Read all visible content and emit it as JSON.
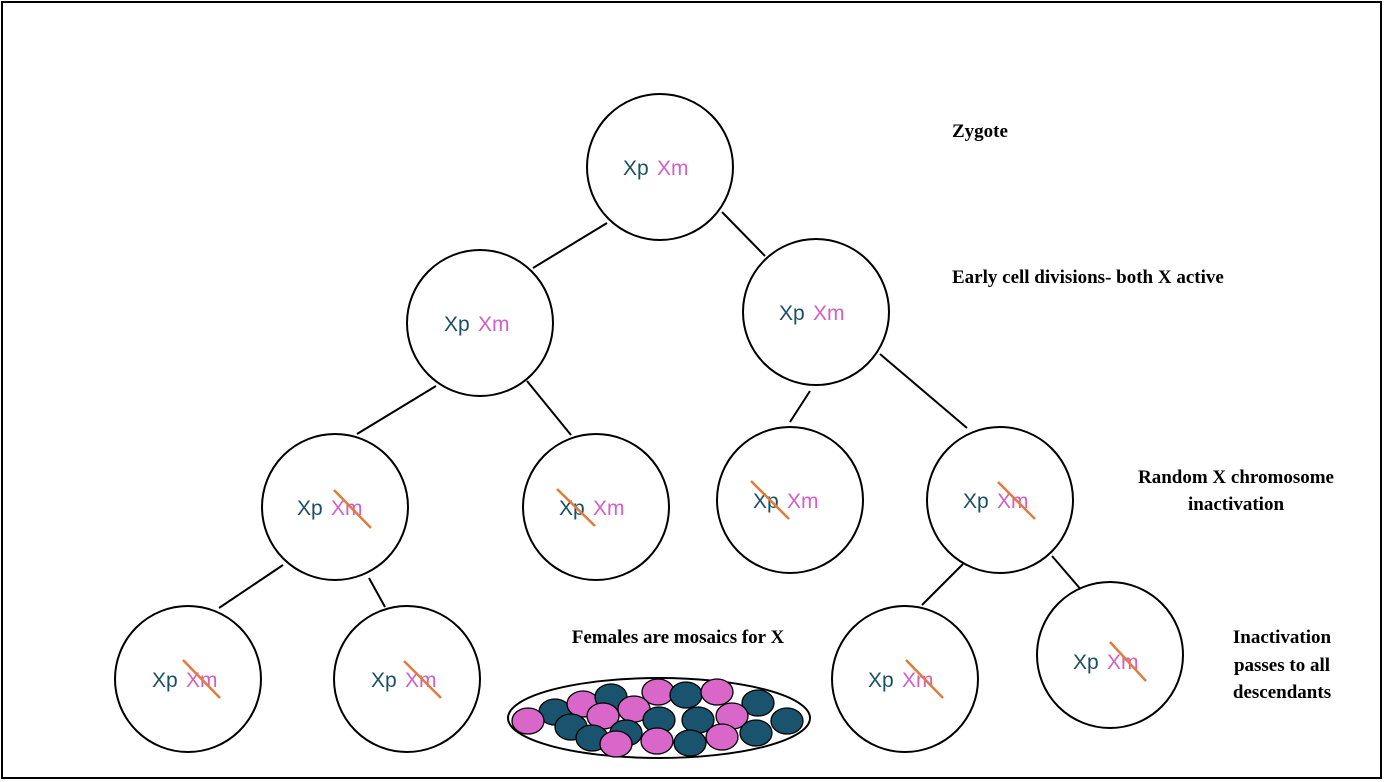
{
  "colors": {
    "paternal": "#1c4f63",
    "maternal": "#d35fc4",
    "inactivation_mark": "#e07b3c",
    "cell_dark": "#19536d",
    "cell_pink": "#d867c9"
  },
  "chromosomes": {
    "paternal": "Xp",
    "maternal": "Xm"
  },
  "labels": {
    "zygote": "Zygote",
    "early_divisions": "Early cell divisions- both X active",
    "random_inactivation_line1": "Random X chromosome",
    "random_inactivation_line2": "inactivation",
    "passes_line1": "Inactivation",
    "passes_line2": "passes to all",
    "passes_line3": "descendants",
    "mosaic": "Females are mosaics for X"
  },
  "cells": [
    {
      "id": "zygote",
      "level": 0,
      "inactivated": "none"
    },
    {
      "id": "early-left",
      "level": 1,
      "inactivated": "none"
    },
    {
      "id": "early-right",
      "level": 1,
      "inactivated": "none"
    },
    {
      "id": "inact-1",
      "level": 2,
      "inactivated": "Xm"
    },
    {
      "id": "inact-2",
      "level": 2,
      "inactivated": "Xp"
    },
    {
      "id": "inact-3",
      "level": 2,
      "inactivated": "Xp"
    },
    {
      "id": "inact-4",
      "level": 2,
      "inactivated": "Xm"
    },
    {
      "id": "desc-1",
      "level": 3,
      "inactivated": "Xm"
    },
    {
      "id": "desc-2",
      "level": 3,
      "inactivated": "Xm"
    },
    {
      "id": "desc-3",
      "level": 3,
      "inactivated": "Xm"
    },
    {
      "id": "desc-4",
      "level": 3,
      "inactivated": "Xm"
    }
  ]
}
